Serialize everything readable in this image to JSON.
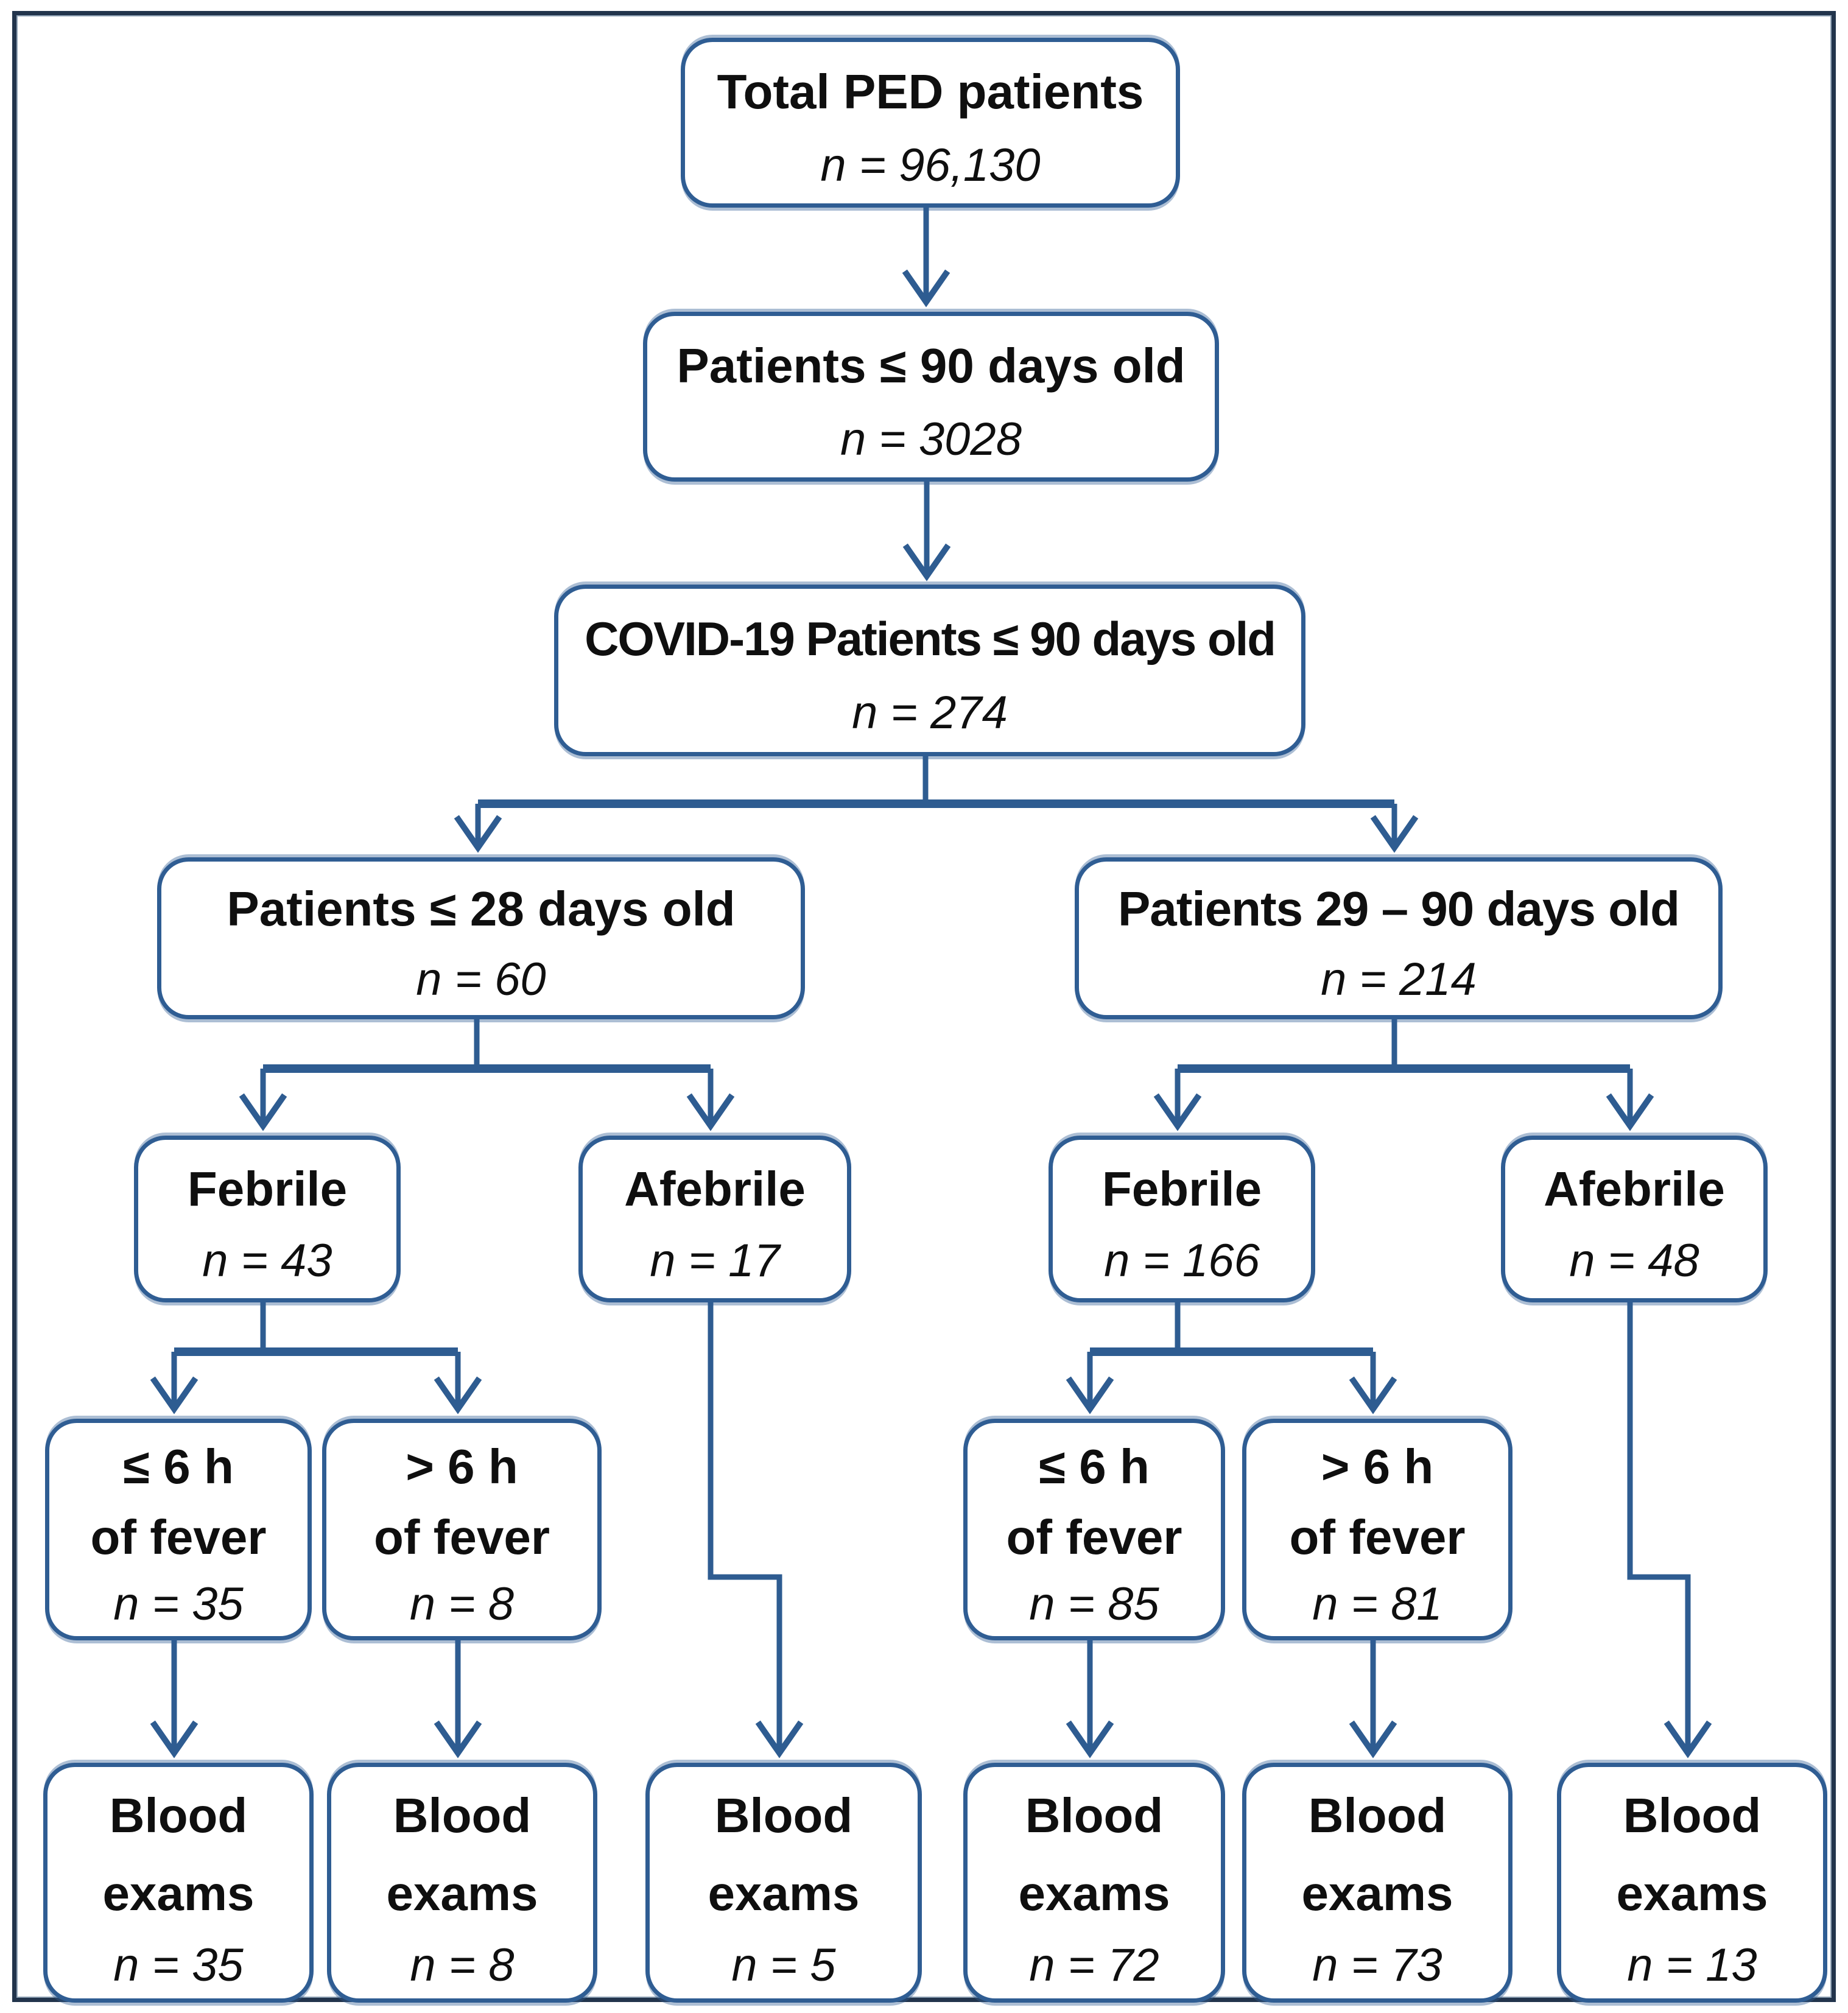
{
  "figure": {
    "type": "flowchart",
    "colors": {
      "box_border": "#2f5d93",
      "connector": "#2e5c91",
      "frame": "#22344c",
      "text": "#0f0f0f",
      "background": "#ffffff"
    }
  },
  "nodes": {
    "total": {
      "label": "Total PED patients",
      "count": "n = 96,130"
    },
    "age90": {
      "label": "Patients ≤ 90 days old",
      "count": "n = 3028"
    },
    "covid": {
      "label": "COVID-19 Patients ≤ 90 days old",
      "count": "n = 274"
    },
    "age28": {
      "label": "Patients ≤ 28 days old",
      "count": "n = 60"
    },
    "age2990": {
      "label": "Patients 29 – 90 days old",
      "count": "n = 214"
    },
    "febrile28": {
      "label": "Febrile",
      "count": "n = 43"
    },
    "afebrile28": {
      "label": "Afebrile",
      "count": "n = 17"
    },
    "febrile2990": {
      "label": "Febrile",
      "count": "n = 166"
    },
    "afebrile2990": {
      "label": "Afebrile",
      "count": "n = 48"
    },
    "fever6le28": {
      "label": "≤ 6 h\nof fever",
      "count": "n = 35"
    },
    "fever6gt28": {
      "label": "> 6 h\nof fever",
      "count": "n = 8"
    },
    "fever6le2990": {
      "label": "≤ 6 h\nof fever",
      "count": "n = 85"
    },
    "fever6gt2990": {
      "label": "> 6 h\nof fever",
      "count": "n = 81"
    },
    "blood1": {
      "label": "Blood\nexams",
      "count": "n = 35"
    },
    "blood2": {
      "label": "Blood\nexams",
      "count": "n = 8"
    },
    "blood3": {
      "label": "Blood\nexams",
      "count": "n = 5"
    },
    "blood4": {
      "label": "Blood\nexams",
      "count": "n = 72"
    },
    "blood5": {
      "label": "Blood\nexams",
      "count": "n = 73"
    },
    "blood6": {
      "label": "Blood\nexams",
      "count": "n = 13"
    }
  }
}
